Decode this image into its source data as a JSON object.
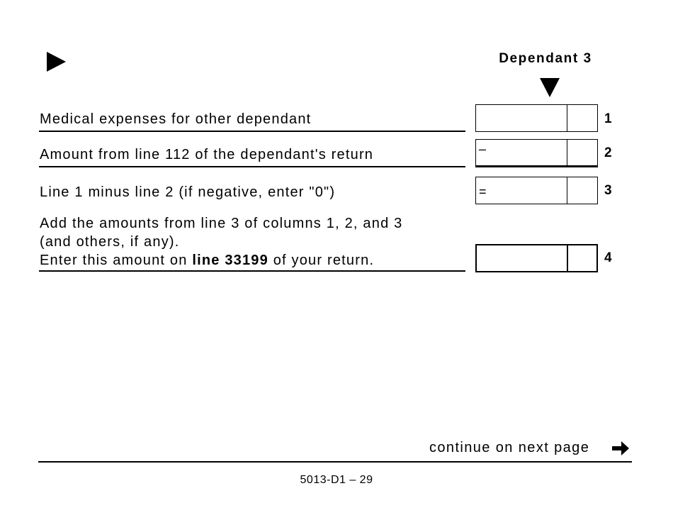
{
  "header": {
    "column_title": "Dependant 3",
    "section_marker_icon": "right-triangle-icon",
    "column_marker_icon": "down-triangle-icon"
  },
  "rows": [
    {
      "line": "1",
      "label": "Medical expenses for other dependant",
      "sign": "",
      "dollars": "",
      "cents": ""
    },
    {
      "line": "2",
      "label": "Amount from line 112 of the dependant's return",
      "sign": "–",
      "dollars": "",
      "cents": ""
    },
    {
      "line": "3",
      "label": "Line 1 minus line 2 (if negative, enter \"0\")",
      "sign": "=",
      "dollars": "",
      "cents": ""
    },
    {
      "line": "4",
      "label_line1": "Add the amounts from line 3 of columns 1, 2, and 3",
      "label_line2": "(and others, if any).",
      "label_line3_prefix": "Enter this amount on ",
      "label_line3_bold": "line 33199",
      "label_line3_suffix": " of your return.",
      "sign": "",
      "dollars": "",
      "cents": ""
    }
  ],
  "footer": {
    "continue_text": "continue on next page",
    "continue_icon": "arrow-right-icon",
    "page_number": "5013-D1 – 29"
  }
}
